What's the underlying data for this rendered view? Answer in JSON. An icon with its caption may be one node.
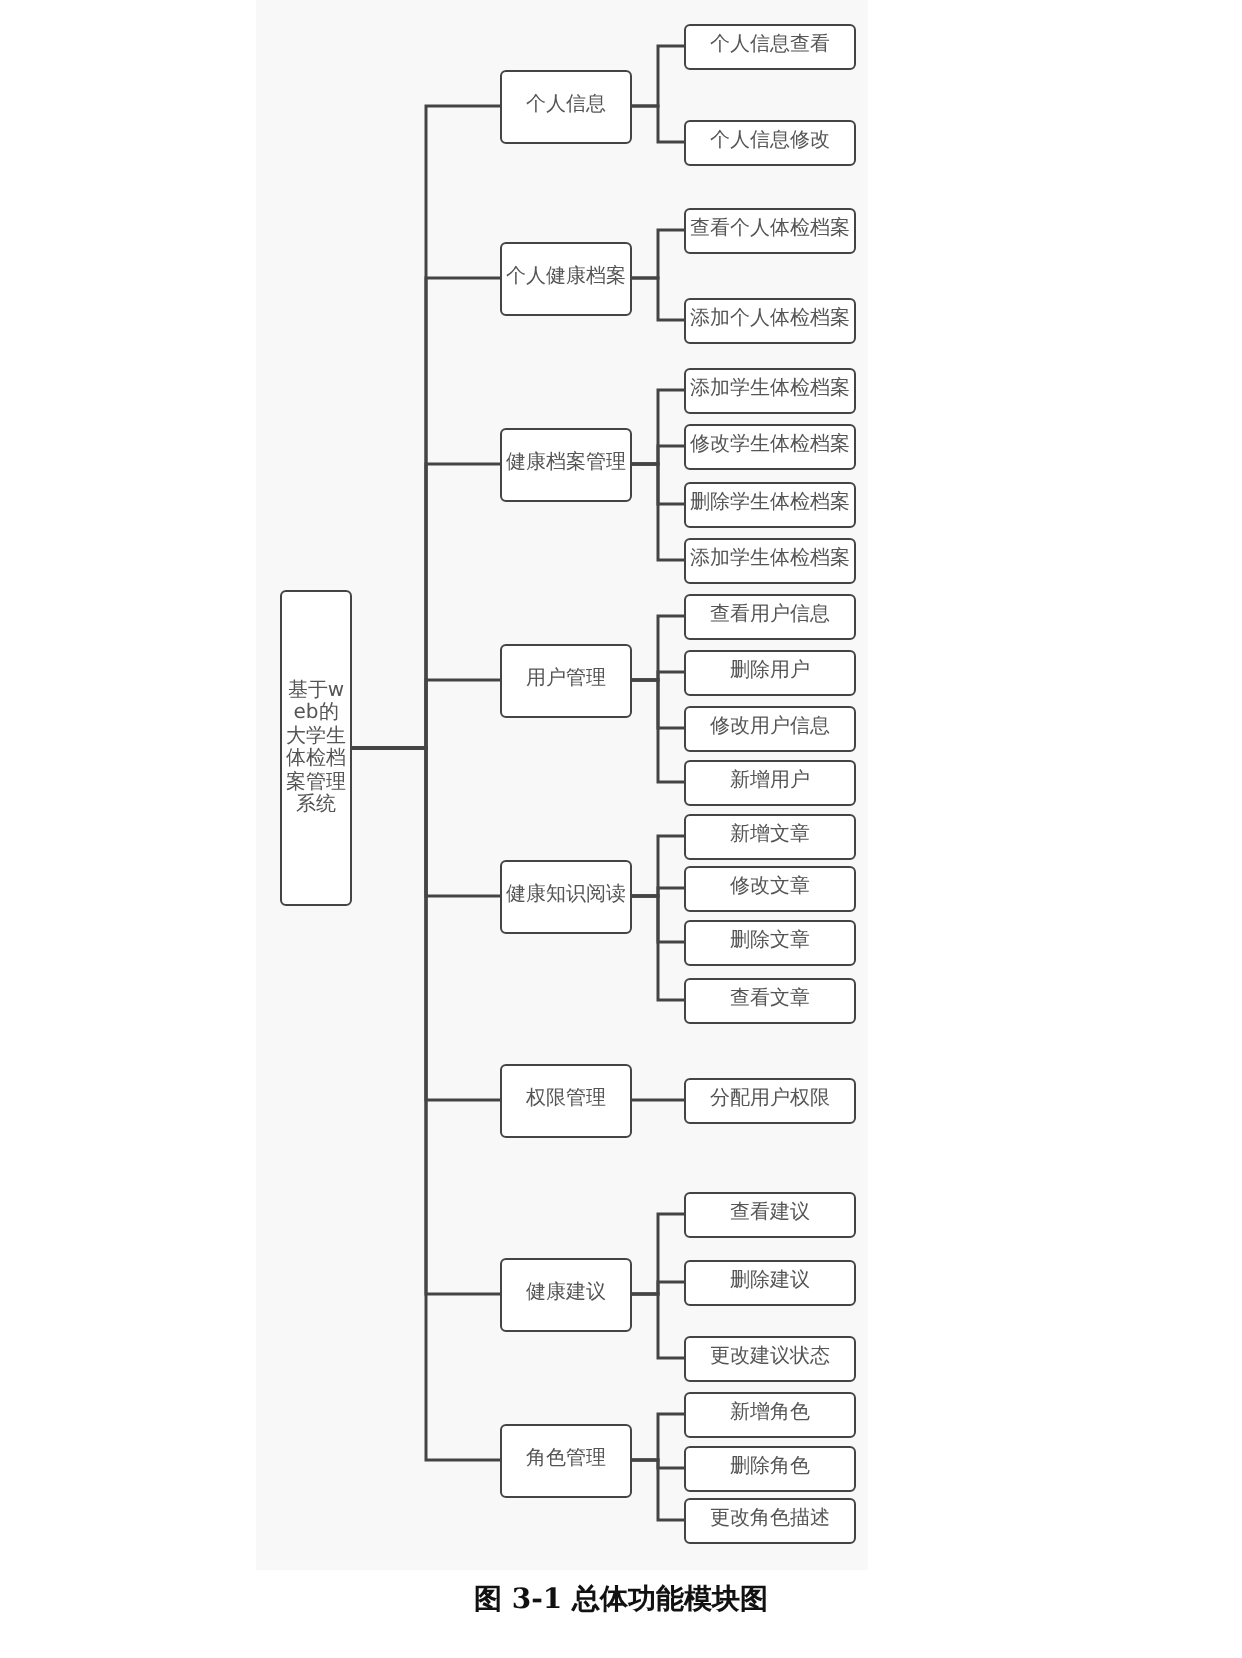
{
  "diagram": {
    "caption": "图 3-1 总体功能模块图",
    "nodes": [
      {
        "text": [
          "基于web的大学生体检档案管理系统"
        ]
      },
      {
        "text": [
          "个人信息"
        ]
      },
      {
        "text": [
          "个人信息查看"
        ]
      },
      {
        "text": [
          "个人信息修改"
        ]
      },
      {
        "text": [
          "个人健康档案"
        ]
      },
      {
        "text": [
          "查看个人体检档案"
        ]
      },
      {
        "text": [
          "添加个人体检档案"
        ]
      },
      {
        "text": [
          "健康档案管理"
        ]
      },
      {
        "text": [
          "添加学生体检档案"
        ]
      },
      {
        "text": [
          "修改学生体检档案"
        ]
      },
      {
        "text": [
          "删除学生体检档案"
        ]
      },
      {
        "text": [
          "添加学生体检档案"
        ]
      },
      {
        "text": [
          "用户管理"
        ]
      },
      {
        "text": [
          "查看用户信息"
        ]
      },
      {
        "text": [
          "删除用户"
        ]
      },
      {
        "text": [
          "修改用户信息"
        ]
      },
      {
        "text": [
          "新增用户"
        ]
      },
      {
        "text": [
          "健康知识阅读"
        ]
      },
      {
        "text": [
          "新增文章"
        ]
      },
      {
        "text": [
          "修改文章"
        ]
      },
      {
        "text": [
          "删除文章"
        ]
      },
      {
        "text": [
          "查看文章"
        ]
      },
      {
        "text": [
          "权限管理"
        ]
      },
      {
        "text": [
          "分配用户权限"
        ]
      },
      {
        "text": [
          "健康建议"
        ]
      },
      {
        "text": [
          "查看建议"
        ]
      },
      {
        "text": [
          "删除建议"
        ]
      },
      {
        "text": [
          "更改建议状态"
        ]
      },
      {
        "text": [
          "角色管理"
        ]
      },
      {
        "text": [
          "新增角色"
        ]
      },
      {
        "text": [
          "删除角色"
        ]
      },
      {
        "text": [
          "更改角色描述"
        ]
      }
    ],
    "edges": [
      {
        "from": 0,
        "to": 1,
        "arrow": "none"
      },
      {
        "from": 0,
        "to": 4,
        "arrow": "none"
      },
      {
        "from": 0,
        "to": 7,
        "arrow": "none"
      },
      {
        "from": 0,
        "to": 12,
        "arrow": "none"
      },
      {
        "from": 0,
        "to": 17,
        "arrow": "none"
      },
      {
        "from": 0,
        "to": 22,
        "arrow": "none"
      },
      {
        "from": 0,
        "to": 24,
        "arrow": "none"
      },
      {
        "from": 0,
        "to": 28,
        "arrow": "none"
      },
      {
        "from": 1,
        "to": 2,
        "arrow": "none"
      },
      {
        "from": 1,
        "to": 3,
        "arrow": "none"
      },
      {
        "from": 4,
        "to": 5,
        "arrow": "none"
      },
      {
        "from": 4,
        "to": 6,
        "arrow": "none"
      },
      {
        "from": 7,
        "to": 8,
        "arrow": "none"
      },
      {
        "from": 7,
        "to": 9,
        "arrow": "none"
      },
      {
        "from": 7,
        "to": 10,
        "arrow": "none"
      },
      {
        "from": 7,
        "to": 11,
        "arrow": "none"
      },
      {
        "from": 12,
        "to": 13,
        "arrow": "none"
      },
      {
        "from": 12,
        "to": 14,
        "arrow": "none"
      },
      {
        "from": 12,
        "to": 15,
        "arrow": "none"
      },
      {
        "from": 12,
        "to": 16,
        "arrow": "none"
      },
      {
        "from": 17,
        "to": 18,
        "arrow": "none"
      },
      {
        "from": 17,
        "to": 19,
        "arrow": "none"
      },
      {
        "from": 17,
        "to": 20,
        "arrow": "none"
      },
      {
        "from": 17,
        "to": 21,
        "arrow": "none"
      },
      {
        "from": 22,
        "to": 23,
        "arrow": "none"
      },
      {
        "from": 24,
        "to": 25,
        "arrow": "none"
      },
      {
        "from": 24,
        "to": 26,
        "arrow": "none"
      },
      {
        "from": 24,
        "to": 27,
        "arrow": "none"
      },
      {
        "from": 28,
        "to": 29,
        "arrow": "none"
      },
      {
        "from": 28,
        "to": 30,
        "arrow": "none"
      },
      {
        "from": 28,
        "to": 31,
        "arrow": "none"
      }
    ]
  }
}
